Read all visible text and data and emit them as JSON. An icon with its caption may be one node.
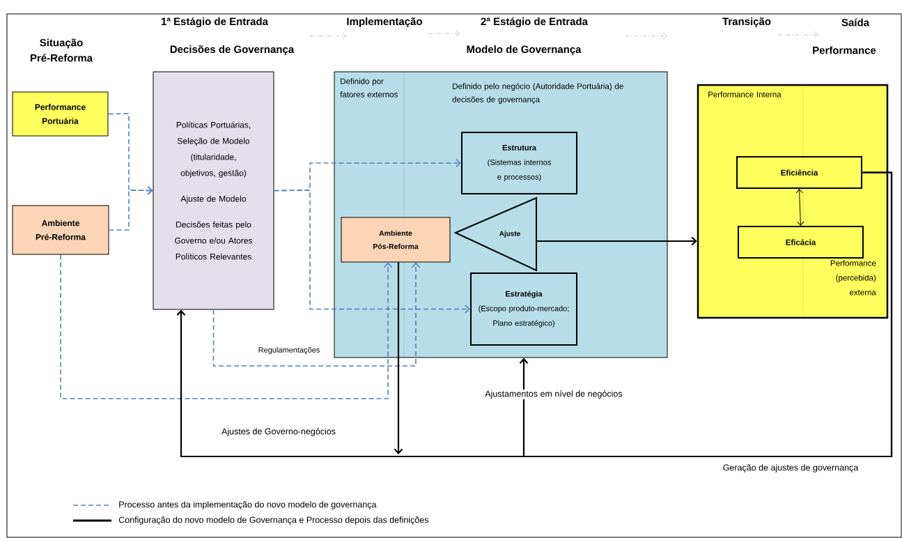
{
  "diagram": {
    "nodes": [
      {
        "text": [
          "Performance Portuária"
        ]
      },
      {
        "text": [
          "Ambiente Pré-Reforma"
        ]
      },
      {
        "text": [
          "Políticas Portuárias, Seleção de Modelo (titularidade, objetivos, gestão)",
          "Ajuste de Modelo",
          "Decisões feitas pelo Governo e/ou Atores Políticos Relevantes"
        ]
      },
      {
        "text": [
          "Definido por fatores externos",
          "Definido pelo negócio (Autoridade Portuária) de decisões de governança"
        ]
      },
      {
        "text": [
          "Estrutura",
          "(Sistemas internos e processos)"
        ],
        "in": 3
      },
      {
        "text": [
          "Ambiente Pós-Reforma"
        ],
        "in": 3
      },
      {
        "text": [
          "Ajuste"
        ],
        "in": 3
      },
      {
        "text": [
          "Estratégia",
          "(Escopo produto-mercado; Plano estratégico)"
        ],
        "in": 3
      },
      {
        "text": [
          "Performance Interna",
          "Performance (percebida) externa"
        ]
      },
      {
        "text": [
          "Eficiência"
        ],
        "in": 8
      },
      {
        "text": [
          "Eficácia"
        ],
        "in": 8
      }
    ],
    "edges": [
      {
        "from": 0,
        "to": 2,
        "arrow": "to",
        "style": "dashed",
        "color": "#4f81bd"
      },
      {
        "from": 1,
        "to": 2,
        "arrow": "to",
        "style": "dashed",
        "color": "#4f81bd"
      },
      {
        "from": 2,
        "to": 4,
        "arrow": "to",
        "style": "dashed",
        "color": "#4f81bd"
      },
      {
        "from": 2,
        "to": 7,
        "arrow": "to",
        "style": "dashed",
        "color": "#4f81bd"
      },
      {
        "from": 2,
        "to": 5,
        "arrow": "to",
        "style": "dashed",
        "color": "#4f81bd",
        "label": "Regulamentações"
      },
      {
        "from": 1,
        "to": 5,
        "arrow": "to",
        "style": "dashed",
        "color": "#4f81bd"
      },
      {
        "from": 6,
        "to": 8,
        "arrow": "to",
        "color": "#000000"
      },
      {
        "from": 9,
        "to": 10,
        "arrow": "both",
        "color": "#000000"
      },
      {
        "from": 9,
        "to": 2,
        "arrow": "to",
        "color": "#000000",
        "label": "Ajustes de Governo-negócios"
      },
      {
        "from": 9,
        "to": 3,
        "arrow": "to",
        "color": "#000000",
        "label": "Ajustamentos em nível de negócios"
      },
      {
        "from": 5,
        "to": null,
        "arrow": "to",
        "color": "#000000"
      }
    ],
    "labels": [
      "Situação Pré-Reforma",
      "1ª Estágio de Entrada",
      "Implementação",
      "2ª Estágio de Entrada",
      "Transição",
      "Saída",
      "Decisões de Governança",
      "Modelo de Governança",
      "Performance",
      "Geração de ajustes de governança"
    ],
    "legend": [
      {
        "text": "Processo antes da implementação do novo modelo de governança"
      },
      {
        "text": "Configuração do novo modelo de Governança e Processo depois das definições"
      }
    ]
  }
}
